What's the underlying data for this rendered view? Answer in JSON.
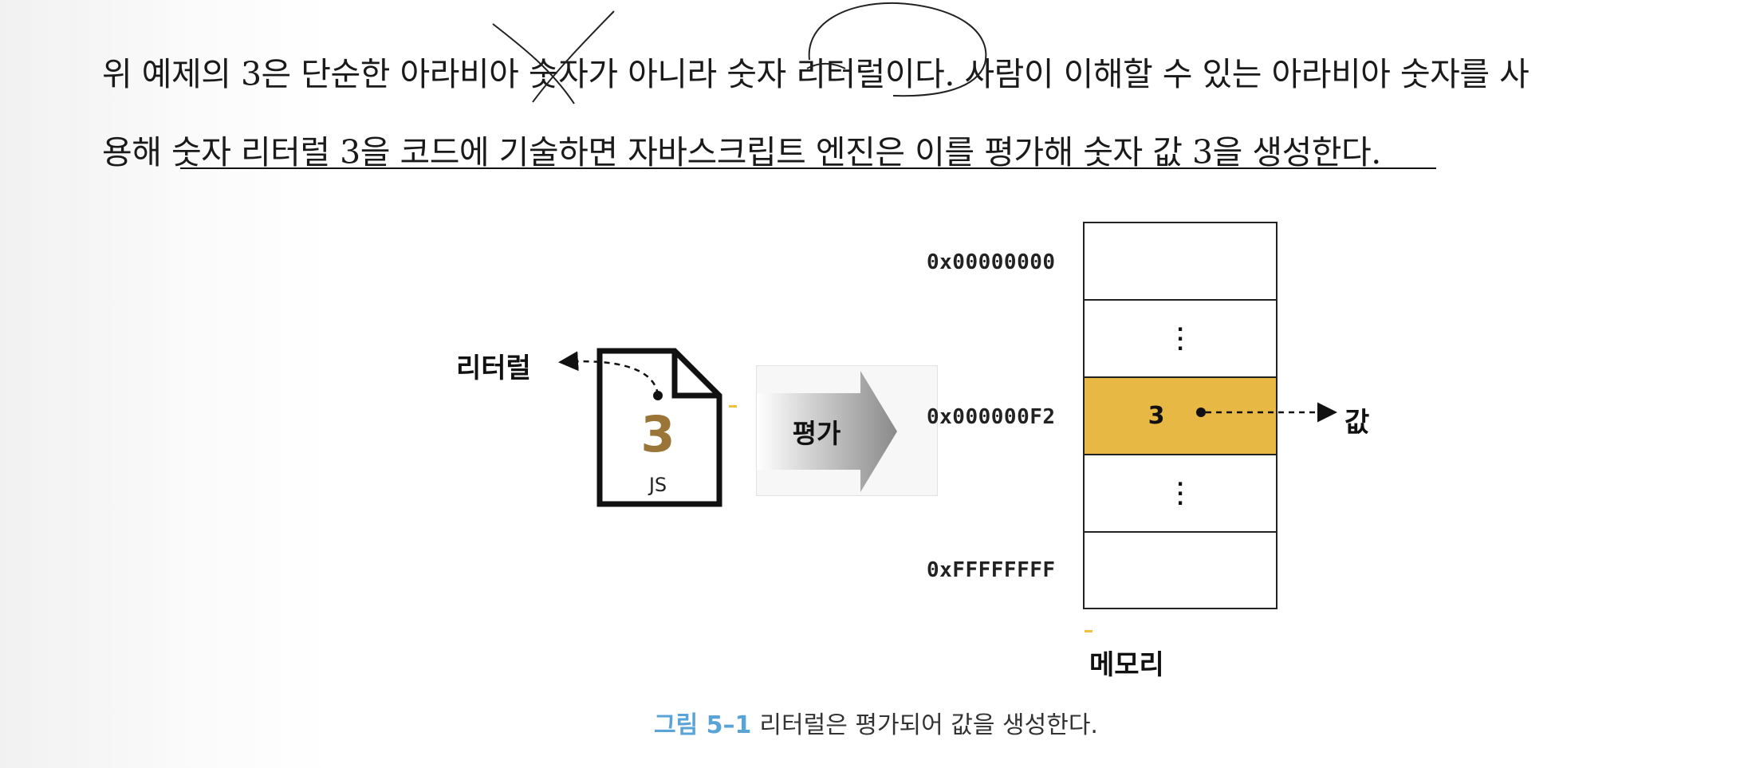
{
  "paragraph": {
    "line1": "위 예제의 3은 단순한 아라비아 숫자가 아니라 숫자 리터럴이다. 사람이 이해할 수 있는 아라비아 숫자를 사",
    "line2": "용해 숫자 리터럴 3을 코드에 기술하면 자바스크립트 엔진은 이를 평가해 숫자 값 3을 생성한다."
  },
  "figure": {
    "literal_label": "리터럴",
    "js_digit": "3",
    "js_ext": "JS",
    "eval_label": "평가",
    "addresses": [
      "0x00000000",
      "0x000000F2",
      "0xFFFFFFFF"
    ],
    "stored_value": "3",
    "value_label": "값",
    "memory_label": "메모리",
    "accent_color": "#e8b845",
    "digit_color": "#9b7438"
  },
  "caption": {
    "figure_number": "그림 5–1",
    "text": "리터럴은 평가되어 값을 생성한다."
  }
}
